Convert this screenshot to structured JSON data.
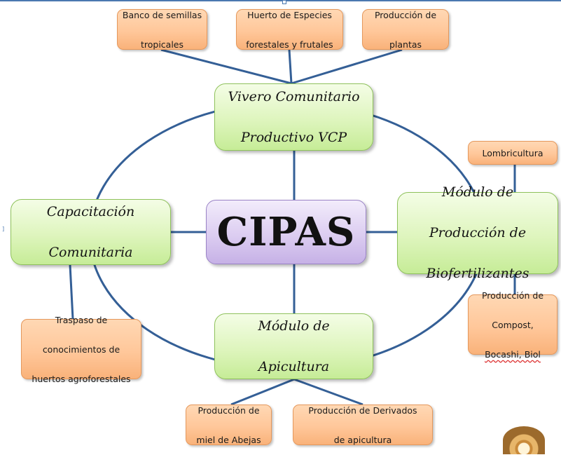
{
  "colors": {
    "connector": "#345f96",
    "orange_fill": "#ffc79a",
    "green_fill": "#def5bd",
    "purple_fill": "#dccdf1"
  },
  "center": {
    "label": "CIPAS"
  },
  "main_nodes": {
    "vivero": {
      "line1": "Vivero Comunitario",
      "line2": "Productivo VCP"
    },
    "capacitacion": {
      "line1": "Capacitación",
      "line2": "Comunitaria"
    },
    "biofertilizantes": {
      "line1": "Módulo de",
      "line2": "Producción de",
      "line3": "Biofertilizantes"
    },
    "apicultura": {
      "line1": "Módulo de",
      "line2": "Apicultura"
    }
  },
  "sub_nodes": {
    "banco_semillas": {
      "line1": "Banco de semillas",
      "line2": "tropicales"
    },
    "huerto_especies": {
      "line1": "Huerto de Especies",
      "line2": "forestales y frutales"
    },
    "produccion_plantas": {
      "line1": "Producción de",
      "line2": "plantas"
    },
    "lombricultura": {
      "line1": "Lombricultura"
    },
    "compost": {
      "line1": "Producción de",
      "line2": "Compost,",
      "line3": "Bocashi, Biol"
    },
    "traspaso": {
      "line1": "Traspaso de",
      "line2": "conocimientos de",
      "line3": "huertos agroforestales"
    },
    "miel": {
      "line1": "Producción de",
      "line2": "miel de Abejas"
    },
    "derivados": {
      "line1": "Producción de Derivados",
      "line2": "de apicultura"
    }
  }
}
